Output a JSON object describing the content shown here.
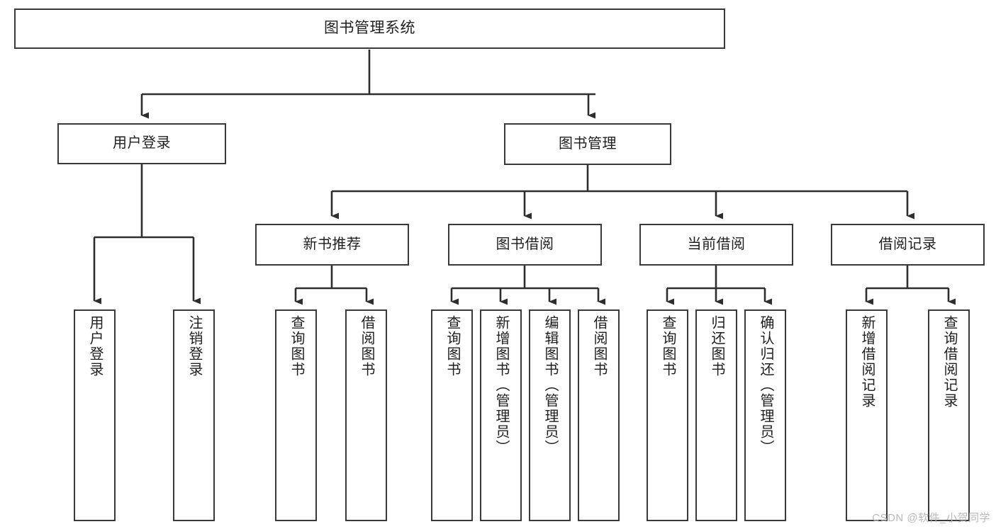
{
  "diagram": {
    "title": "图书管理系统",
    "type": "hierarchy-tree",
    "colors": {
      "stroke": "#3a3a3a",
      "fill": "#ffffff",
      "text": "#1f1f1f",
      "watermark": "#b9b9b9"
    }
  },
  "nodes": {
    "root": {
      "label": "图书管理系统"
    },
    "level2": [
      {
        "label": "用户登录"
      },
      {
        "label": "图书管理"
      }
    ],
    "level3": [
      {
        "label": "新书推荐"
      },
      {
        "label": "图书借阅"
      },
      {
        "label": "当前借阅"
      },
      {
        "label": "借阅记录"
      }
    ],
    "leaves_user_login": [
      {
        "label": "用户登录"
      },
      {
        "label": "注销登录"
      }
    ],
    "leaves_new_book": [
      {
        "label": "查询图书"
      },
      {
        "label": "借阅图书"
      }
    ],
    "leaves_borrow": [
      {
        "label": "查询图书"
      },
      {
        "label": "新增图书（管理员）"
      },
      {
        "label": "编辑图书（管理员）"
      },
      {
        "label": "借阅图书"
      }
    ],
    "leaves_current": [
      {
        "label": "查询图书"
      },
      {
        "label": "归还图书"
      },
      {
        "label": "确认归还（管理员）"
      }
    ],
    "leaves_records": [
      {
        "label": "新增借阅记录"
      },
      {
        "label": "查询借阅记录"
      }
    ]
  },
  "watermark": {
    "text": "CSDN @软件_小贺同学"
  }
}
